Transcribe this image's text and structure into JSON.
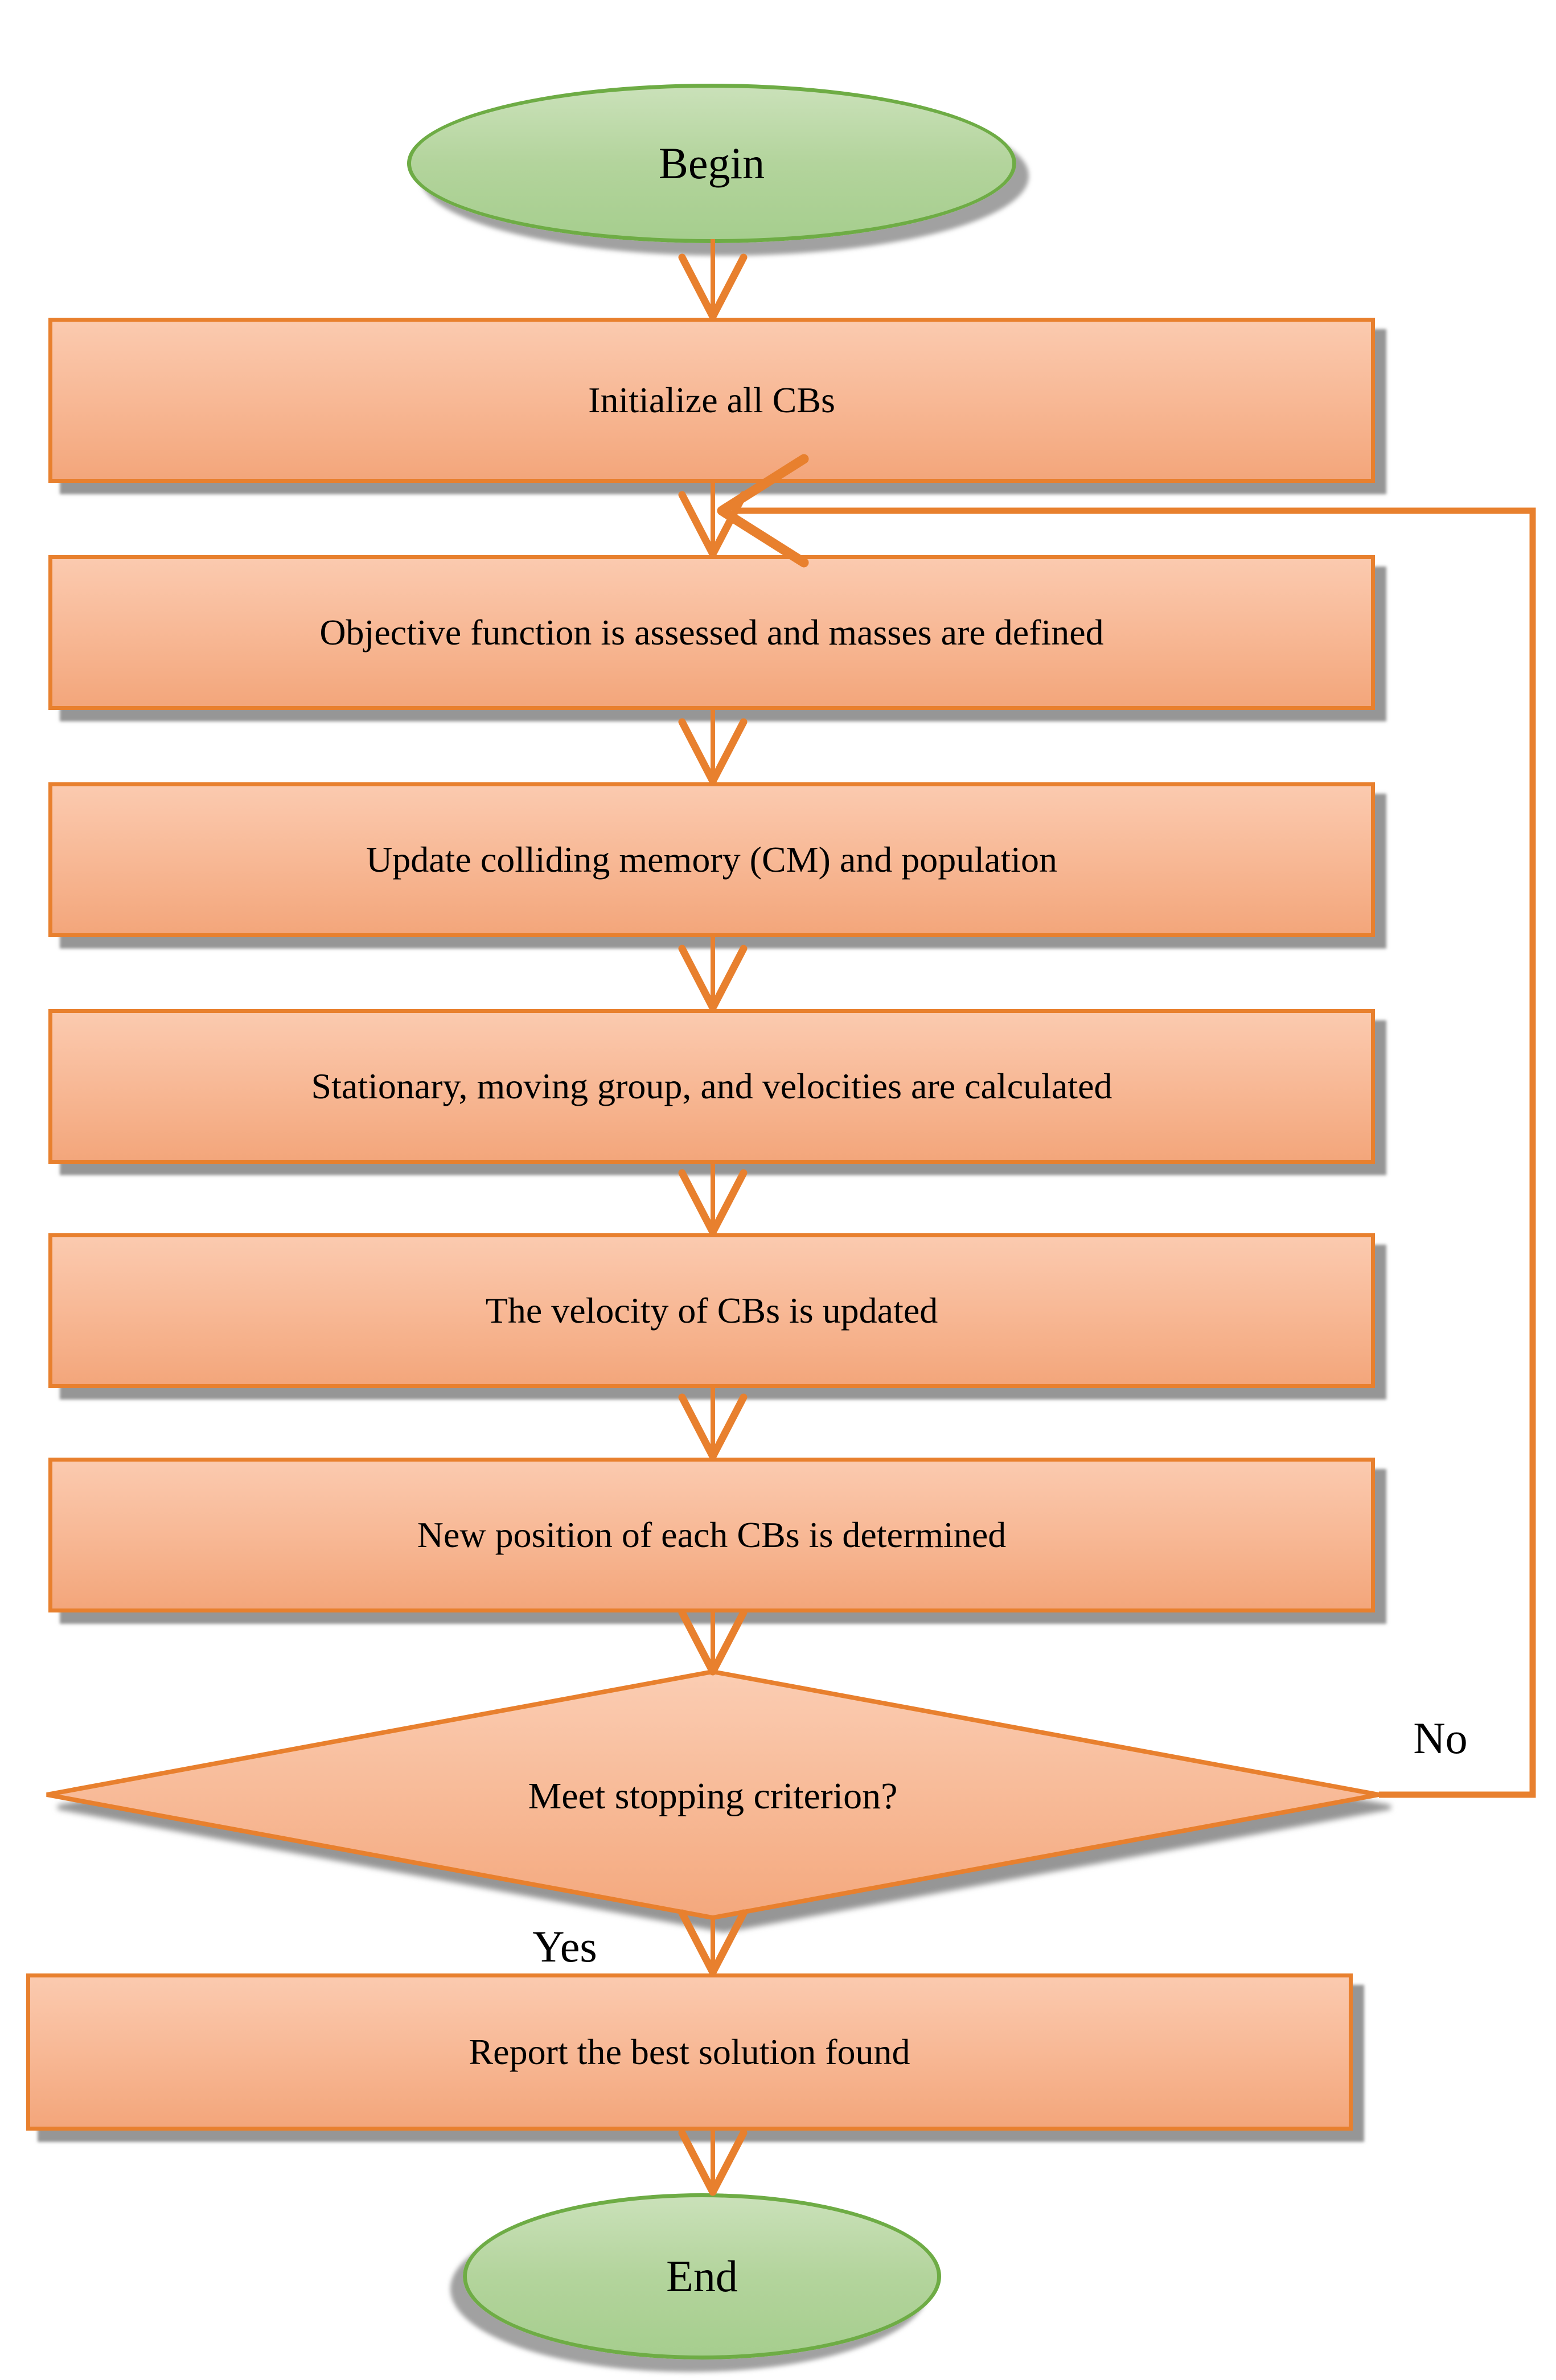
{
  "flowchart": {
    "nodes": {
      "begin": {
        "label": "Begin"
      },
      "initialize": {
        "label": "Initialize all CBs"
      },
      "objective": {
        "label": "Objective function is assessed and masses are defined"
      },
      "update_cm": {
        "label": "Update colliding memory (CM) and population"
      },
      "groups": {
        "label": "Stationary, moving group, and velocities are calculated"
      },
      "velocity": {
        "label": "The velocity of CBs is updated"
      },
      "position": {
        "label": "New position of each CBs is determined"
      },
      "decision": {
        "label": "Meet stopping criterion?"
      },
      "report": {
        "label": "Report the best solution found"
      },
      "end": {
        "label": "End"
      }
    },
    "edge_labels": {
      "yes": "Yes",
      "no": "No"
    },
    "colors": {
      "process_border": "#E8802E",
      "process_fill_top": "#FBCAAF",
      "process_fill_bottom": "#F3A67B",
      "terminator_border": "#6EAC45",
      "terminator_fill_top": "#CAE1B9",
      "terminator_fill_bottom": "#A6CE8E",
      "connector": "#E8802E",
      "shadow": "#A6A6A6",
      "text": "#000000"
    }
  }
}
